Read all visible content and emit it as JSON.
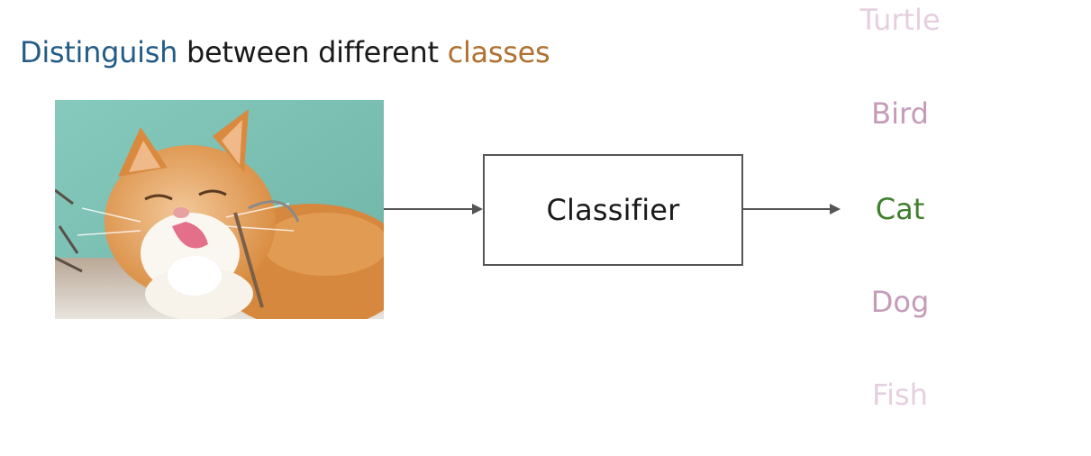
{
  "headline": {
    "part1": "Distinguish",
    "part2": "between different",
    "part3": "classes"
  },
  "classifier": {
    "label": "Classifier"
  },
  "classes": [
    {
      "label": "Turtle",
      "color": "#e6cfdf"
    },
    {
      "label": "Bird",
      "color": "#c59bb8"
    },
    {
      "label": "Cat",
      "color": "#3f7f2c"
    },
    {
      "label": "Dog",
      "color": "#c59bb8"
    },
    {
      "label": "Fish",
      "color": "#e6cfdf"
    }
  ],
  "colors": {
    "headline_part1": "#235c86",
    "headline_part2": "#1a1a1a",
    "headline_part3": "#b07131",
    "arrow": "#555555",
    "box_border": "#555555"
  }
}
